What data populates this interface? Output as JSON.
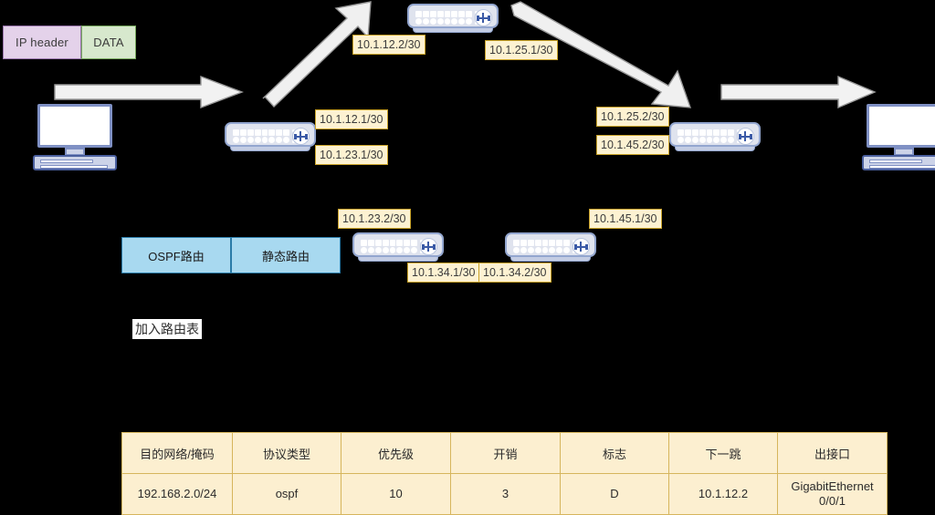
{
  "diagram": {
    "title": "IP packet forwarding with OSPF and static routes",
    "packet": {
      "ip_header_label": "IP header",
      "data_label": "DATA"
    },
    "protocol_boxes": {
      "ospf_label": "OSPF路由",
      "static_label": "静态路由"
    },
    "annotation": {
      "add_to_routing_table": "加入路由表"
    },
    "ip_labels": {
      "r2_up_left": "10.1.12.2/30",
      "r2_up_right": "10.1.25.1/30",
      "r1_top": "10.1.12.1/30",
      "r1_bottom": "10.1.23.1/30",
      "r5_top": "10.1.25.2/30",
      "r5_bottom": "10.1.45.2/30",
      "r3_top": "10.1.23.2/30",
      "r3_bottom": "10.1.34.1/30",
      "r4_bottom": "10.1.34.2/30",
      "r4_top": "10.1.45.1/30"
    },
    "devices": {
      "pc_left": "source-host",
      "pc_right": "destination-host",
      "router_1": "router-r1",
      "router_2": "router-r2",
      "router_5": "router-r5",
      "router_3": "router-r3",
      "router_4": "router-r4"
    },
    "colors": {
      "background": "#000000",
      "ip_header_fill": "#e4d2ea",
      "data_fill": "#d7e8cd",
      "callout_fill": "#fdf2d2",
      "callout_border": "#c9a227",
      "protocol_fill": "#a8d9f0",
      "protocol_border": "#2a7ba8",
      "table_fill": "#fcefd0",
      "table_border": "#d6b55c",
      "device_blue": "#7f90c4",
      "arrow_fill": "#f2f2f2",
      "arrow_stroke": "#9a9a9a"
    }
  },
  "routing_table": {
    "headers": [
      "目的网络/掩码",
      "协议类型",
      "优先级",
      "开销",
      "标志",
      "下一跳",
      "出接口"
    ],
    "rows": [
      {
        "network": "192.168.2.0/24",
        "protocol": "ospf",
        "preference": "10",
        "cost": "3",
        "flags": "D",
        "next_hop": "10.1.12.2",
        "interface": "GigabitEthernet 0/0/1"
      }
    ]
  }
}
